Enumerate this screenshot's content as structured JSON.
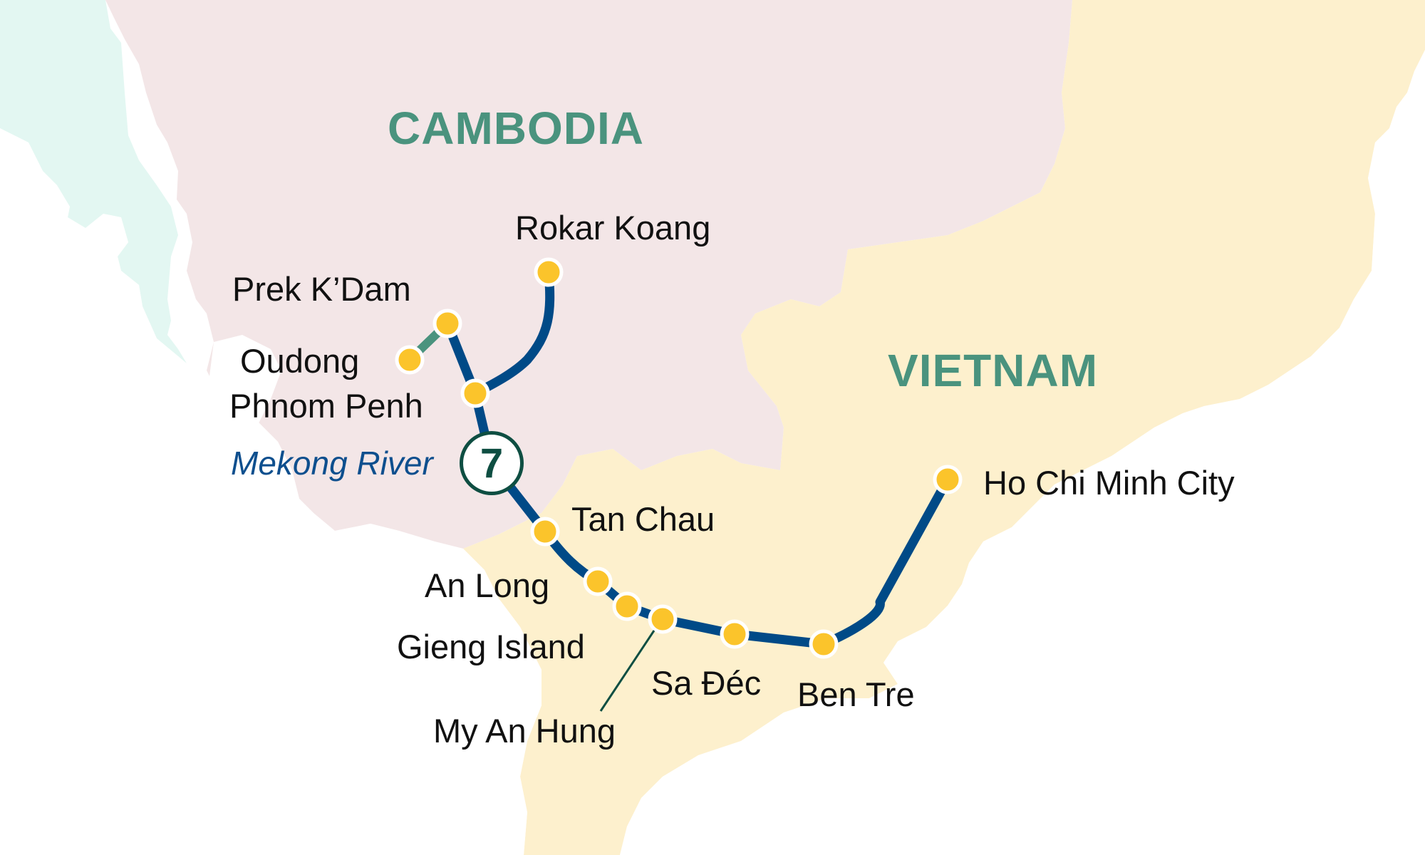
{
  "map": {
    "colors": {
      "cambodia": "#F3E6E7",
      "vietnam": "#FDF0CD",
      "thailand": "#E3F7F2",
      "water": "#FFFFFF",
      "route": "#004A87",
      "side_route": "#4A937E",
      "stop": "#FBC42B",
      "badge": "#0E4E42",
      "country_label": "#4A937E",
      "river_label": "#0E4F8E"
    },
    "countries": [
      {
        "name": "CAMBODIA"
      },
      {
        "name": "VIETNAM"
      }
    ],
    "river": {
      "name": "Mekong River"
    },
    "badge": {
      "number": "7"
    },
    "stops": [
      {
        "name": "Rokar Koang"
      },
      {
        "name": "Prek K’Dam"
      },
      {
        "name": "Oudong"
      },
      {
        "name": "Phnom Penh"
      },
      {
        "name": "Tan Chau"
      },
      {
        "name": "An Long"
      },
      {
        "name": "Gieng Island"
      },
      {
        "name": "My An Hung"
      },
      {
        "name": "Sa Đéc"
      },
      {
        "name": "Ben Tre"
      },
      {
        "name": "Ho Chi Minh City"
      }
    ]
  }
}
